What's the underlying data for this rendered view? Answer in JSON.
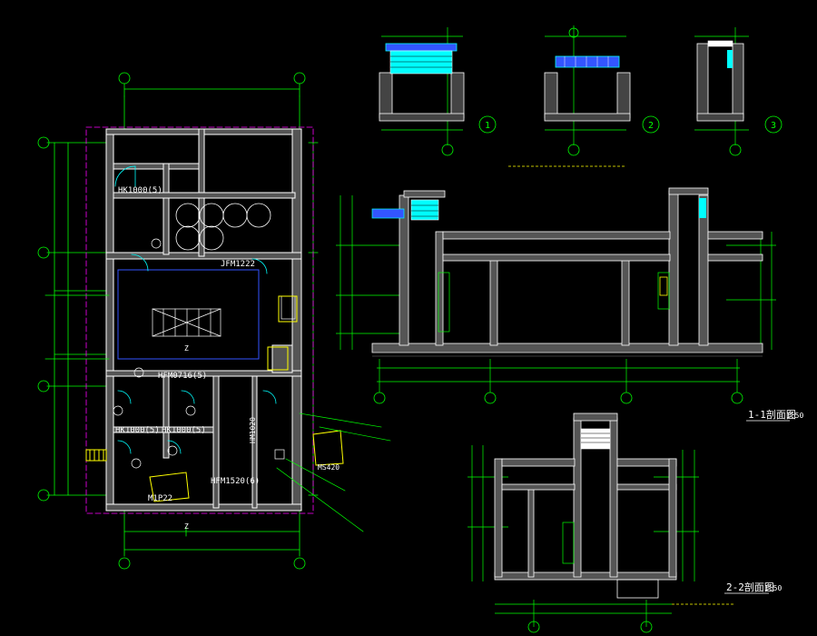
{
  "colors": {
    "background": "#000000",
    "wall": "#ffffff",
    "hatch": "#888888",
    "dim": "#00ff00",
    "axis": "#00ff00",
    "label": "#ffffff",
    "cyan": "#00ffff",
    "blue": "#3355ff",
    "magenta": "#ff00ff",
    "yellow": "#ffff00",
    "red": "#ff3333"
  },
  "plan": {
    "labels": {
      "hk1": "HK1000(5)",
      "jfm": "JFM1222",
      "hfm": "HFM0716(5)",
      "hk1b": "HK1000(5)",
      "hk2": "HK1000(5)",
      "hfm2": "HFM1520(6)",
      "hm": "HM1020",
      "m": "M1P22",
      "m2": "MS420",
      "z1": "Z",
      "z2": "Z"
    }
  },
  "sections": {
    "section_1_1": "1-1剖面图",
    "section_1_1_scale": "1:50",
    "section_2_2": "2-2剖面图",
    "section_2_2_scale": "1:50"
  },
  "details": {
    "d1": "1",
    "d2": "2",
    "d3": "3"
  }
}
